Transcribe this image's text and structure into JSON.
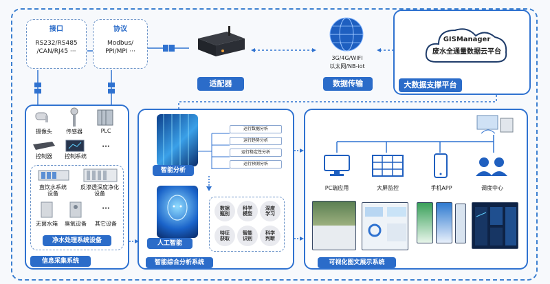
{
  "colors": {
    "accent": "#2b6cc9",
    "border": "#3b7fd0"
  },
  "top": {
    "interface": {
      "title": "接口",
      "lines": [
        "RS232/RS485",
        "/CAN/RJ45 ···"
      ]
    },
    "protocol": {
      "title": "协议",
      "lines": [
        "Modbus/",
        "PPI/MPI ···"
      ]
    },
    "adapter_label": "适配器",
    "network_lines": [
      "3G/4G/WIFI",
      "以太网/NB-iot"
    ],
    "transmission_label": "数据传输",
    "cloud_title1": "GISManager",
    "cloud_title2": "废水全通量数据云平台",
    "bigdata_label": "大数据支撑平台"
  },
  "collect": {
    "devices": [
      {
        "label": "摄像头",
        "icon": "camera-icon"
      },
      {
        "label": "传感器",
        "icon": "sensor-icon"
      },
      {
        "label": "PLC",
        "icon": "plc-icon"
      },
      {
        "label": "控制器",
        "icon": "controller-icon"
      },
      {
        "label": "控制系统",
        "icon": "control-system-icon"
      },
      {
        "label": "···",
        "icon": "more-icon"
      },
      {
        "label": "直饮水系统\n设备",
        "icon": "drinking-water-icon"
      },
      {
        "label": "反渗透深度净化\n设备",
        "icon": "ro-purification-icon"
      },
      {
        "label": "无菌水箱",
        "icon": "sterile-tank-icon"
      },
      {
        "label": "臭氧设备",
        "icon": "ozone-icon"
      },
      {
        "label": "其它设备",
        "icon": "other-device-icon"
      }
    ],
    "group_label": "净水处理系统设备",
    "system_label": "信息采集系统"
  },
  "analysis": {
    "smart_label": "智能分析",
    "items": [
      "运行数据分析",
      "运行趋势分析",
      "运行稳定性分析",
      "运行预测分析"
    ],
    "ai_label": "人工智能",
    "bubbles": [
      "数据\n甄别",
      "科学\n模型",
      "深度\n学习",
      "特征\n获取",
      "智能\n识别",
      "科学\n判断"
    ],
    "system_label": "智能综合分析系统"
  },
  "visual": {
    "terminals": [
      {
        "label": "PC端应用",
        "icon": "pc-icon"
      },
      {
        "label": "大屏监控",
        "icon": "big-screen-icon"
      },
      {
        "label": "手机APP",
        "icon": "phone-icon"
      },
      {
        "label": "调度中心",
        "icon": "dispatch-icon"
      }
    ],
    "system_label": "可视化图文展示系统"
  }
}
